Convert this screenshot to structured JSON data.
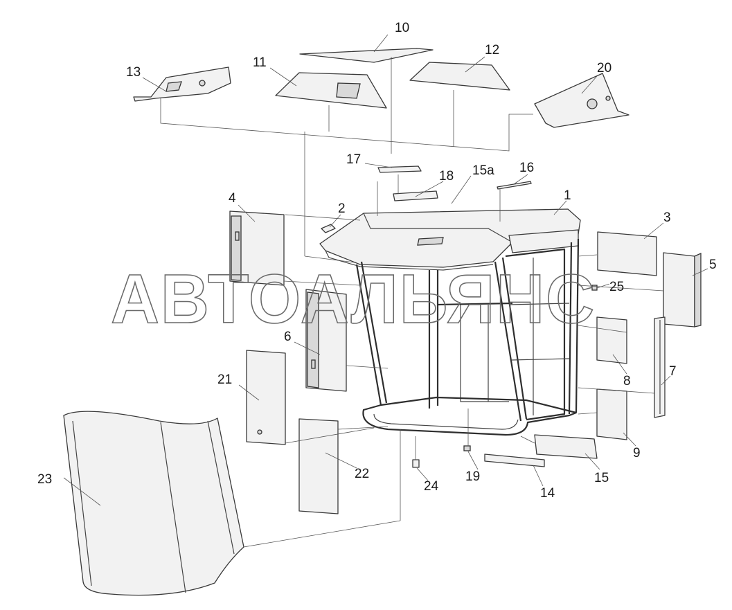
{
  "watermark": "АВТОАЛЬЯНС",
  "callouts": {
    "c1": "1",
    "c2": "2",
    "c3": "3",
    "c4": "4",
    "c5": "5",
    "c6": "6",
    "c7": "7",
    "c8": "8",
    "c9": "9",
    "c10": "10",
    "c11": "11",
    "c12": "12",
    "c13": "13",
    "c14": "14",
    "c15": "15",
    "c15a": "15a",
    "c16": "16",
    "c17": "17",
    "c18": "18",
    "c19": "19",
    "c20": "20",
    "c21": "21",
    "c22": "22",
    "c23": "23",
    "c24": "24",
    "c25": "25"
  },
  "colors": {
    "line": "#2e2e2e",
    "panel_fill": "#f2f2f2",
    "watermark_stroke": "#6a6a6a"
  }
}
